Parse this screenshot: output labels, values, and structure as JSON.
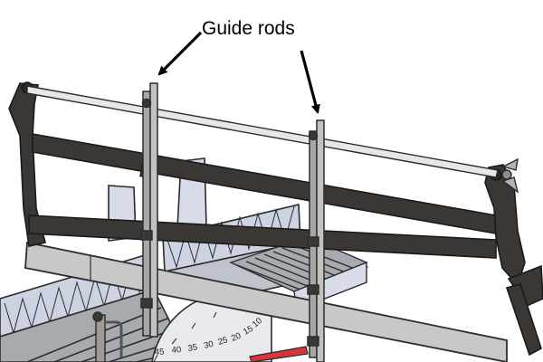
{
  "callout": {
    "label": "Guide rods"
  },
  "protractor": {
    "scale": [
      "45",
      "40",
      "35",
      "30",
      "25",
      "20",
      "15",
      "10"
    ]
  },
  "palette": {
    "frame": "#3b3735",
    "rod": "#aaa8a6",
    "box_side": "#cdd3e3",
    "tray": "#a7aaae",
    "protractor": "#e9eaee",
    "blade": "#c8c8c8",
    "pointer": "#d8343e"
  }
}
